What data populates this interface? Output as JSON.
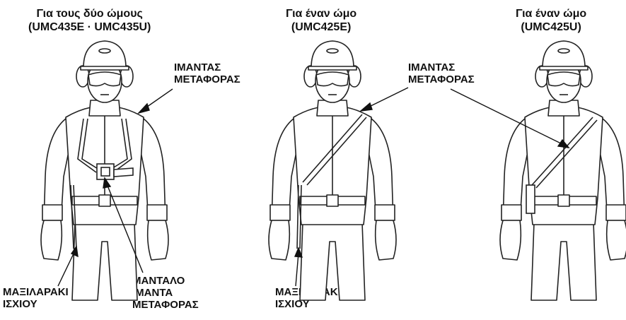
{
  "figures": [
    {
      "title_line1": "Για τους δύο ώμους",
      "title_line2": "(UMC435E · UMC435U)"
    },
    {
      "title_line1": "Για έναν ώμο",
      "title_line2": "(UMC425E)"
    },
    {
      "title_line1": "Για έναν ώμο",
      "title_line2": "(UMC425U)"
    }
  ],
  "labels": {
    "strap_left": {
      "line1": "ΙΜΑΝΤΑΣ",
      "line2": "ΜΕΤΑΦΟΡΑΣ"
    },
    "strap_right": {
      "line1": "ΙΜΑΝΤΑΣ",
      "line2": "ΜΕΤΑΦΟΡΑΣ"
    },
    "hip_pad_left": {
      "line1": "ΜΑΞΙΛΑΡΑΚΙ",
      "line2": "ΙΣΧΙΟΥ"
    },
    "hip_pad_middle": {
      "line1": "ΜΑΞΙΛΑΡΑΚΙ",
      "line2": "ΙΣΧΙΟΥ"
    },
    "strap_buckle": {
      "line1": "ΜΑΝΤΑΛΟ",
      "line2": "ΙΜΑΝΤΑ",
      "line3": "ΜΕΤΑΦΟΡΑΣ"
    }
  }
}
